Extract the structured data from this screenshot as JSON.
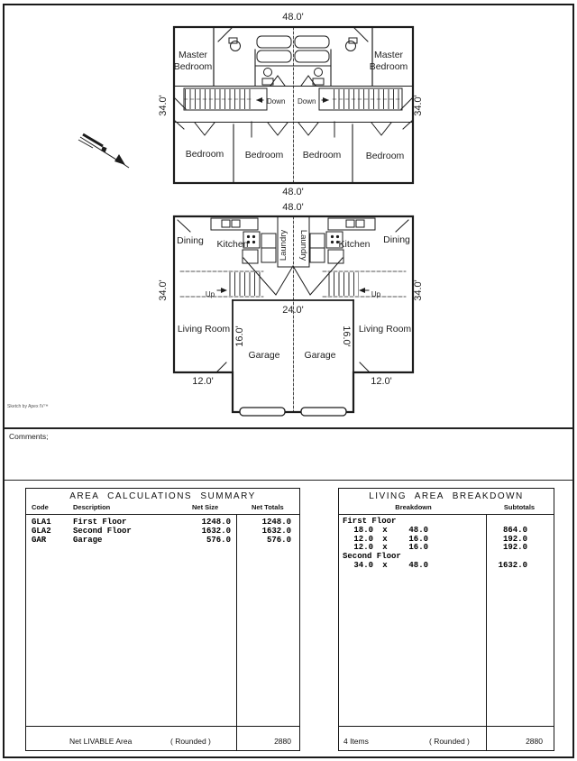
{
  "sketch": {
    "credit": "Sketch by Apex IV™",
    "floor2": {
      "dim_top": "48.0'",
      "dim_bottom": "48.0'",
      "dim_left": "34.0'",
      "dim_right": "34.0'",
      "master_left_1": "Master",
      "master_left_2": "Bedroom",
      "master_right_1": "Master",
      "master_right_2": "Bedroom",
      "bedroom_1": "Bedroom",
      "bedroom_2": "Bedroom",
      "bedroom_3": "Bedroom",
      "bedroom_4": "Bedroom",
      "down_left": "Down",
      "down_right": "Down"
    },
    "floor1": {
      "dim_top": "48.0'",
      "dim_left": "34.0'",
      "dim_right": "34.0'",
      "dim_garage_width": "24.0'",
      "dim_garage_left": "16.0'",
      "dim_garage_right": "16.0'",
      "dim_porch_left": "12.0'",
      "dim_porch_right": "12.0'",
      "dining_left": "Dining",
      "dining_right": "Dining",
      "kitchen_left": "Kitchen",
      "kitchen_right": "Kitchen",
      "laundry_left": "Laundry",
      "laundry_right": "Laundry",
      "living_left": "Living Room",
      "living_right": "Living Room",
      "garage_left": "Garage",
      "garage_right": "Garage",
      "up_left": "Up",
      "up_right": "Up"
    }
  },
  "comments": {
    "label": "Comments;"
  },
  "area_summary": {
    "title": "AREA CALCULATIONS SUMMARY",
    "headers": {
      "code": "Code",
      "description": "Description",
      "net_size": "Net Size",
      "net_totals": "Net Totals"
    },
    "rows": [
      {
        "code": "GLA1",
        "description": "First Floor",
        "net_size": "1248.0",
        "net_totals": "1248.0"
      },
      {
        "code": "GLA2",
        "description": "Second Floor",
        "net_size": "1632.0",
        "net_totals": "1632.0"
      },
      {
        "code": "GAR",
        "description": "Garage",
        "net_size": "576.0",
        "net_totals": "576.0"
      }
    ],
    "footer": {
      "label": "Net LIVABLE Area",
      "rounded": "( Rounded )",
      "total": "2880"
    }
  },
  "living_breakdown": {
    "title": "LIVING AREA BREAKDOWN",
    "headers": {
      "breakdown": "Breakdown",
      "subtotals": "Subtotals"
    },
    "sections": [
      {
        "label": "First Floor",
        "rows": [
          {
            "a": "18.0",
            "op": "x",
            "b": "48.0",
            "subtotal": "864.0"
          },
          {
            "a": "12.0",
            "op": "x",
            "b": "16.0",
            "subtotal": "192.0"
          },
          {
            "a": "12.0",
            "op": "x",
            "b": "16.0",
            "subtotal": "192.0"
          }
        ]
      },
      {
        "label": "Second Floor",
        "rows": [
          {
            "a": "34.0",
            "op": "x",
            "b": "48.0",
            "subtotal": "1632.0"
          }
        ]
      }
    ],
    "footer": {
      "label": "4 Items",
      "rounded": "( Rounded )",
      "total": "2880"
    }
  }
}
